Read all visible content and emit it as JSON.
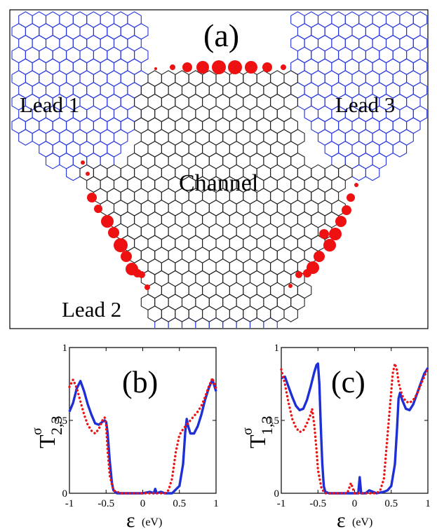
{
  "panel_a": {
    "label": "(a)",
    "lead1": "Lead 1",
    "lead2": "Lead 2",
    "lead3": "Lead 3",
    "channel": "Channel",
    "colors": {
      "lead": "#2233dd",
      "channel": "#222222",
      "edge_state": "#ee1111"
    }
  },
  "chart_data": [
    {
      "type": "line",
      "panel_label": "(b)",
      "ylabel": "T",
      "ylabel_sub": "2,3",
      "ylabel_sup": "σ",
      "xlabel": "ε",
      "xunit": "(eV)",
      "xlim": [
        -1,
        1
      ],
      "ylim": [
        0,
        1
      ],
      "xticks": [
        "-1",
        "-0.5",
        "0",
        "0.5",
        "1"
      ],
      "yticks": [
        "0",
        "0.5",
        "1"
      ],
      "series": [
        {
          "color": "#1f2fd6",
          "style": "solid",
          "x": [
            -1,
            -0.95,
            -0.9,
            -0.85,
            -0.8,
            -0.75,
            -0.7,
            -0.65,
            -0.6,
            -0.55,
            -0.52,
            -0.5,
            -0.48,
            -0.45,
            -0.42,
            -0.4,
            -0.35,
            -0.3,
            -0.2,
            -0.1,
            0,
            0.1,
            0.15,
            0.17,
            0.19,
            0.25,
            0.3,
            0.4,
            0.5,
            0.55,
            0.58,
            0.6,
            0.62,
            0.65,
            0.7,
            0.75,
            0.8,
            0.85,
            0.9,
            0.95,
            1
          ],
          "y": [
            0.56,
            0.62,
            0.72,
            0.77,
            0.7,
            0.61,
            0.54,
            0.48,
            0.47,
            0.49,
            0.5,
            0.49,
            0.42,
            0.22,
            0.07,
            0.02,
            0.0,
            0.0,
            0.0,
            0.0,
            0.0,
            0.01,
            0.0,
            0.03,
            0.0,
            0.01,
            0.0,
            0.0,
            0.05,
            0.2,
            0.42,
            0.51,
            0.46,
            0.41,
            0.41,
            0.46,
            0.54,
            0.64,
            0.72,
            0.78,
            0.7
          ]
        },
        {
          "color": "#ee1111",
          "style": "dotted",
          "x": [
            -1,
            -0.95,
            -0.9,
            -0.85,
            -0.8,
            -0.75,
            -0.7,
            -0.65,
            -0.6,
            -0.55,
            -0.52,
            -0.5,
            -0.48,
            -0.45,
            -0.4,
            -0.3,
            -0.2,
            0,
            0.2,
            0.3,
            0.35,
            0.4,
            0.45,
            0.5,
            0.55,
            0.6,
            0.65,
            0.7,
            0.75,
            0.8,
            0.85,
            0.9,
            0.95,
            1
          ],
          "y": [
            0.73,
            0.78,
            0.72,
            0.63,
            0.54,
            0.47,
            0.43,
            0.41,
            0.44,
            0.5,
            0.52,
            0.47,
            0.3,
            0.12,
            0.02,
            0.0,
            0.0,
            0.0,
            0.0,
            0.0,
            0.02,
            0.1,
            0.28,
            0.4,
            0.44,
            0.47,
            0.5,
            0.53,
            0.56,
            0.6,
            0.66,
            0.73,
            0.79,
            0.72
          ]
        }
      ]
    },
    {
      "type": "line",
      "panel_label": "(c)",
      "ylabel": "T",
      "ylabel_sub": "1,3",
      "ylabel_sup": "σ",
      "xlabel": "ε",
      "xunit": "(eV)",
      "xlim": [
        -1,
        1
      ],
      "ylim": [
        0,
        1
      ],
      "xticks": [
        "-1",
        "-0.5",
        "0",
        "0.5",
        "1"
      ],
      "yticks": [
        "0",
        "0.5",
        "1"
      ],
      "series": [
        {
          "color": "#1f2fd6",
          "style": "solid",
          "x": [
            -1,
            -0.95,
            -0.9,
            -0.85,
            -0.8,
            -0.75,
            -0.7,
            -0.65,
            -0.6,
            -0.55,
            -0.52,
            -0.5,
            -0.48,
            -0.46,
            -0.44,
            -0.42,
            -0.4,
            -0.35,
            -0.3,
            -0.2,
            0,
            0.05,
            0.07,
            0.09,
            0.15,
            0.2,
            0.3,
            0.4,
            0.45,
            0.5,
            0.55,
            0.58,
            0.6,
            0.62,
            0.65,
            0.7,
            0.75,
            0.8,
            0.85,
            0.9,
            0.95,
            1
          ],
          "y": [
            0.79,
            0.8,
            0.73,
            0.66,
            0.6,
            0.57,
            0.58,
            0.64,
            0.73,
            0.83,
            0.88,
            0.89,
            0.75,
            0.45,
            0.2,
            0.05,
            0.01,
            0.0,
            0.0,
            0.0,
            0.0,
            0.0,
            0.11,
            0.0,
            0.0,
            0.02,
            0.0,
            0.01,
            0.02,
            0.05,
            0.2,
            0.45,
            0.65,
            0.69,
            0.64,
            0.58,
            0.57,
            0.61,
            0.68,
            0.75,
            0.82,
            0.86
          ]
        },
        {
          "color": "#ee1111",
          "style": "dotted",
          "x": [
            -1,
            -0.95,
            -0.9,
            -0.85,
            -0.8,
            -0.75,
            -0.7,
            -0.65,
            -0.6,
            -0.58,
            -0.55,
            -0.52,
            -0.5,
            -0.45,
            -0.4,
            -0.3,
            -0.1,
            -0.05,
            0,
            0.05,
            0.1,
            0.2,
            0.3,
            0.35,
            0.4,
            0.45,
            0.5,
            0.52,
            0.55,
            0.58,
            0.6,
            0.65,
            0.7,
            0.75,
            0.8,
            0.85,
            0.9,
            0.95,
            1
          ],
          "y": [
            0.85,
            0.75,
            0.62,
            0.51,
            0.45,
            0.42,
            0.43,
            0.48,
            0.54,
            0.58,
            0.47,
            0.3,
            0.16,
            0.03,
            0.0,
            0.0,
            0.0,
            0.07,
            0.0,
            0.0,
            0.0,
            0.0,
            0.0,
            0.02,
            0.1,
            0.4,
            0.7,
            0.82,
            0.89,
            0.84,
            0.76,
            0.67,
            0.63,
            0.62,
            0.64,
            0.68,
            0.74,
            0.8,
            0.86
          ]
        }
      ]
    }
  ]
}
